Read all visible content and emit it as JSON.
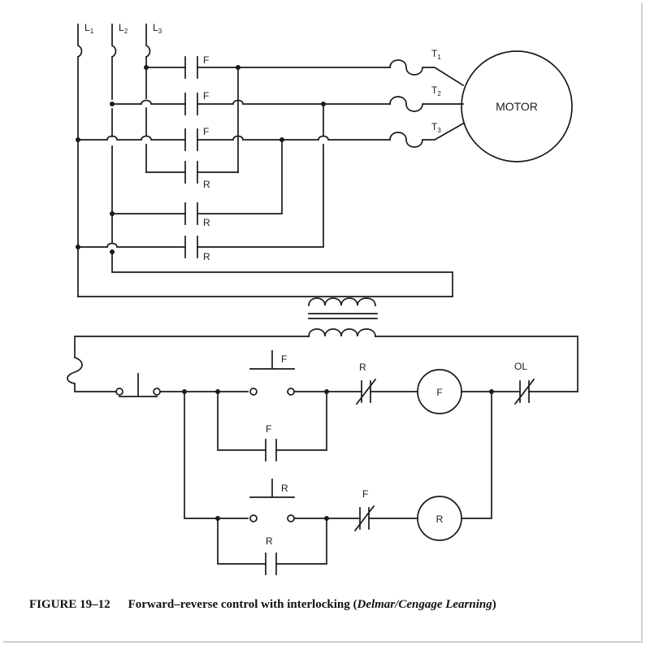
{
  "lines": {
    "l1": {
      "letter": "L",
      "sub": "1"
    },
    "l2": {
      "letter": "L",
      "sub": "2"
    },
    "l3": {
      "letter": "L",
      "sub": "3"
    }
  },
  "terminals": {
    "t1": {
      "letter": "T",
      "sub": "1"
    },
    "t2": {
      "letter": "T",
      "sub": "2"
    },
    "t3": {
      "letter": "T",
      "sub": "3"
    }
  },
  "motor_label": "MOTOR",
  "contacts": {
    "f1": "F",
    "f2": "F",
    "f3": "F",
    "r1": "R",
    "r2": "R",
    "r3": "R"
  },
  "control": {
    "fwd_button": "F",
    "fwd_seal": "F",
    "r_interlock": "R",
    "f_coil": "F",
    "ol_label": "OL",
    "rev_button": "R",
    "rev_seal": "R",
    "f_interlock": "F",
    "r_coil": "R"
  },
  "caption": {
    "figure": "FIGURE 19–12",
    "title": "Forward–reverse control with interlocking (",
    "source": "Delmar/Cengage Learning",
    "close": ")"
  }
}
